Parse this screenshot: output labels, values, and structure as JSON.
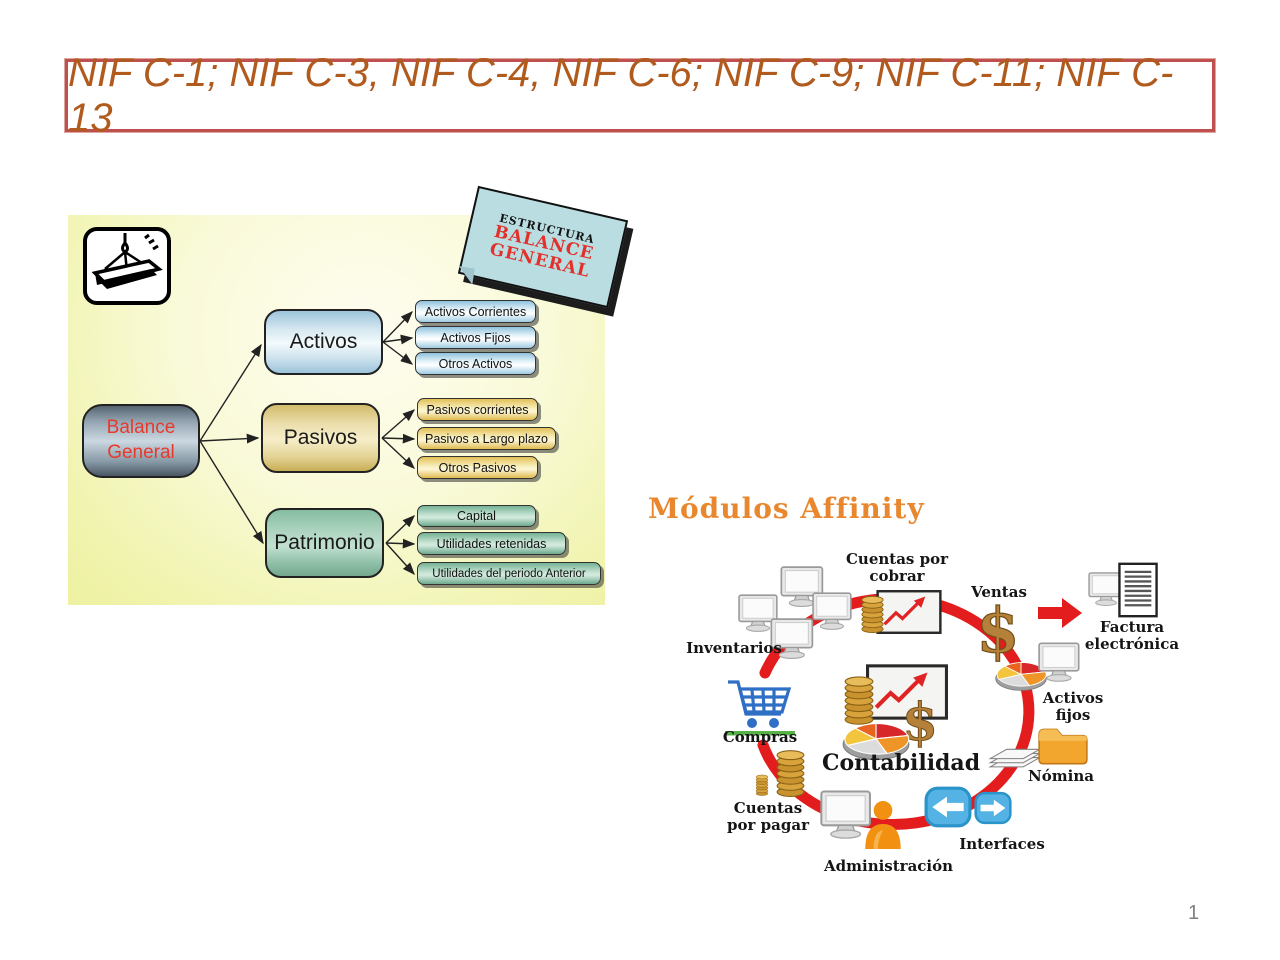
{
  "title": "NIF C-1; NIF C-3, NIF C-4, NIF C-6; NIF C-9; NIF C-11; NIF C-13",
  "page_number": "1",
  "balance": {
    "note": {
      "top": "ESTRUCTURA",
      "mid": "BALANCE",
      "bottom": "GENERAL"
    },
    "root": "Balance General",
    "branches": [
      {
        "label": "Activos",
        "children": [
          "Activos Corrientes",
          "Activos Fijos",
          "Otros Activos"
        ]
      },
      {
        "label": "Pasivos",
        "children": [
          "Pasivos corrientes",
          "Pasivos a Largo plazo",
          "Otros Pasivos"
        ]
      },
      {
        "label": "Patrimonio",
        "children": [
          "Capital",
          "Utilidades retenidas",
          "Utilidades del periodo Anterior"
        ]
      }
    ]
  },
  "affinity": {
    "title": "Módulos Affinity",
    "center": "Contabilidad",
    "labels": {
      "cuentas_cobrar": "Cuentas por cobrar",
      "ventas": "Ventas",
      "factura": "Factura electrónica",
      "activos_fijos": "Activos fijos",
      "nomina": "Nómina",
      "interfaces": "Interfaces",
      "administracion": "Administración",
      "cuentas_pagar": "Cuentas por pagar",
      "compras": "Compras",
      "inventarios": "Inventarios"
    }
  },
  "colors": {
    "ring_red": "#e31d1d",
    "title_text": "#b05a1e",
    "title_border": "#c0504d",
    "affinity_title_orange": "#e8872e",
    "coin_gold": "#d8a33c",
    "person_orange": "#f29111",
    "cart_blue": "#2f6fc5",
    "interface_blue": "#54b3e4"
  }
}
